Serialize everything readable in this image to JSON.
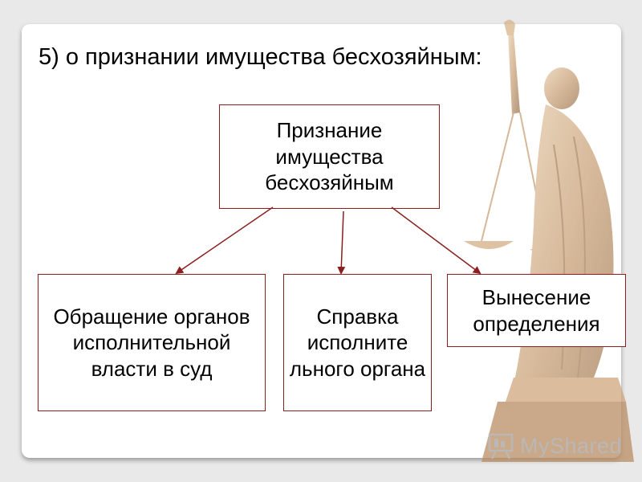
{
  "slide": {
    "heading": "5)  о признании имущества бесхозяйным:"
  },
  "diagram": {
    "root": "Признание имущества бесхозяйным",
    "children": [
      "Обращение органов исполнительной власти в суд",
      "Справка исполните льного органа",
      "Вынесение определения"
    ]
  },
  "watermark": {
    "text": "MyShared",
    "icon": "presentation-board-icon"
  },
  "colors": {
    "box_border": "#8b1f1f",
    "arrow": "#8b1f1f",
    "statue": "#c49a6c"
  }
}
